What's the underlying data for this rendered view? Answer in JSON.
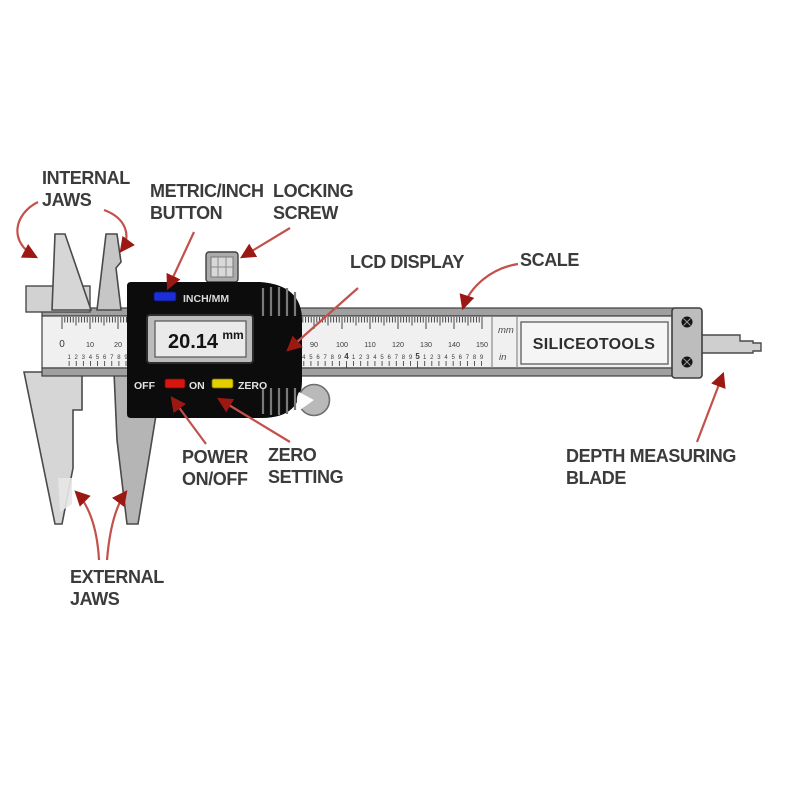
{
  "labels": {
    "internal_jaws": {
      "lines": [
        "INTERNAL",
        "JAWS"
      ]
    },
    "metric_inch_button": {
      "lines": [
        "METRIC/INCH",
        "BUTTON"
      ]
    },
    "locking_screw": {
      "lines": [
        "LOCKING",
        "SCREW"
      ]
    },
    "lcd_display": {
      "lines": [
        "LCD DISPLAY"
      ]
    },
    "scale": {
      "lines": [
        "SCALE"
      ]
    },
    "power_on_off": {
      "lines": [
        "POWER",
        "ON/OFF"
      ]
    },
    "zero_setting": {
      "lines": [
        "ZERO",
        "SETTING"
      ]
    },
    "external_jaws": {
      "lines": [
        "EXTERNAL",
        "JAWS"
      ]
    },
    "depth_measuring_blade": {
      "lines": [
        "DEPTH MEASURING",
        "BLADE"
      ]
    }
  },
  "device": {
    "brand": "SILICEOTOOLS",
    "lcd": {
      "value": "20.14",
      "unit": "mm"
    },
    "buttons": {
      "inch_mm": "INCH/MM",
      "off": "OFF",
      "on": "ON",
      "zero": "ZERO"
    },
    "button_colors": {
      "inch_mm": "#1b2fd4",
      "power": "#d9150f",
      "zero": "#e3cf00"
    },
    "scale_units": {
      "metric": "mm",
      "imperial": "in"
    }
  },
  "scale": {
    "mm": {
      "min": 0,
      "max": 150,
      "minor_step": 1,
      "medium_step": 5,
      "number_step": 10
    },
    "inch": {
      "min": 0,
      "max_tenths": 59,
      "tenths_digits": "1-9 repeating, whole inches emphasized"
    }
  },
  "style": {
    "arrow_color": "#c2514b",
    "arrowhead_color": "#9c1812",
    "label_color": "#3b3b3b"
  }
}
